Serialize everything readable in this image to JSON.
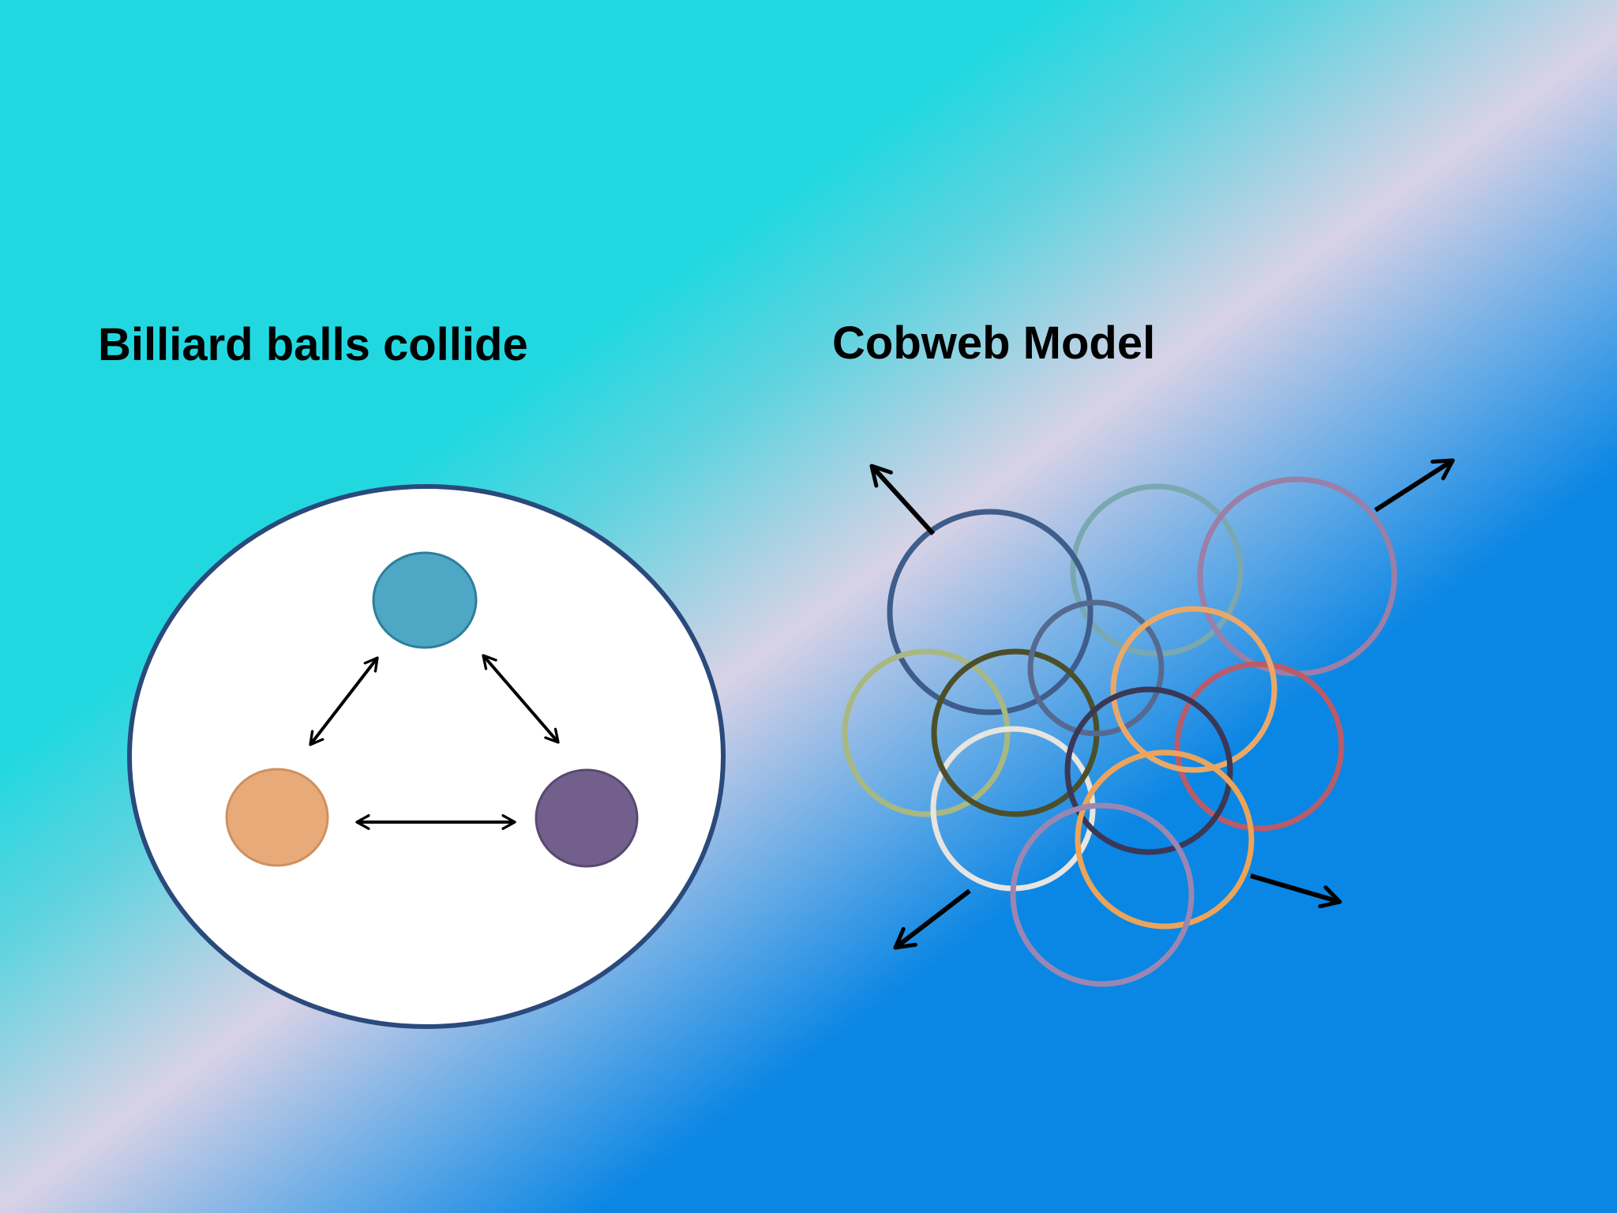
{
  "slide": {
    "background": {
      "top_left": "#22d8e0",
      "middle": "#d8d2e6",
      "bottom_right": "#0a86e4"
    }
  },
  "left_panel": {
    "heading": "Billiard balls collide",
    "table_fill": "#ffffff",
    "table_stroke": "#2a4a7c",
    "balls": [
      {
        "name": "top-ball",
        "fill": "#4da7c5",
        "stroke": "#2d7f99"
      },
      {
        "name": "left-ball",
        "fill": "#e7aa78",
        "stroke": "#cf9060"
      },
      {
        "name": "right-ball",
        "fill": "#735f8c",
        "stroke": "#59496f"
      }
    ],
    "arrow_color": "#000000"
  },
  "right_panel": {
    "heading": "Cobweb Model",
    "ring_colors": [
      "#3f5d8a",
      "#7aa8b0",
      "#9a7fa8",
      "#a8b882",
      "#4c4f2a",
      "#566a90",
      "#e9a86a",
      "#b85c6a",
      "#e8e4e0",
      "#3a3856",
      "#eba45a",
      "#9b86b2"
    ],
    "arrow_color": "#000000"
  }
}
